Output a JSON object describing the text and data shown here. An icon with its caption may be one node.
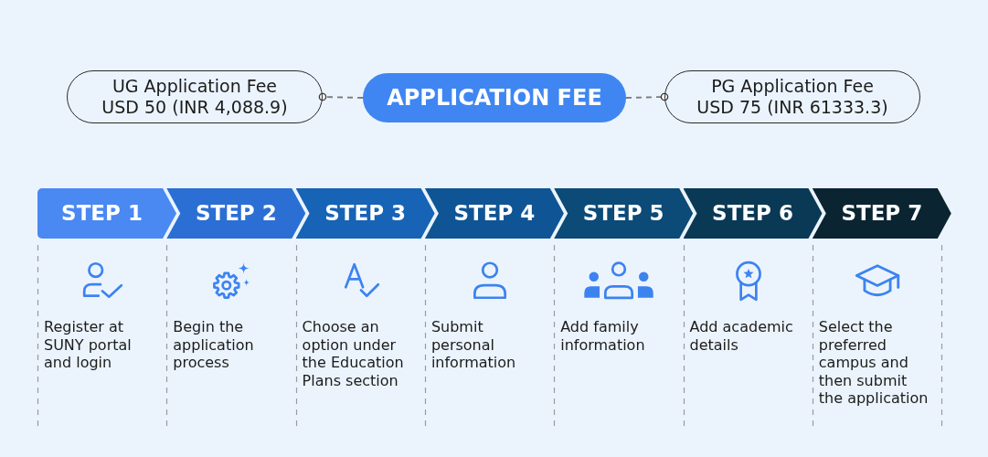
{
  "diagram": {
    "nodes": [
      {
        "text": [
          "UG Application Fee",
          "USD 50 (INR 4,088.9)"
        ]
      },
      {
        "text": [
          "APPLICATION FEE"
        ]
      },
      {
        "text": [
          "PG Application Fee",
          "USD 75 (INR 61333.3)"
        ]
      },
      {
        "text": [
          "STEP 1"
        ]
      },
      {
        "text": [
          "STEP 2"
        ]
      },
      {
        "text": [
          "STEP 3"
        ]
      },
      {
        "text": [
          "STEP 4"
        ]
      },
      {
        "text": [
          "STEP 5"
        ]
      },
      {
        "text": [
          "STEP 6"
        ]
      },
      {
        "text": [
          "STEP 7"
        ]
      }
    ],
    "edges": [
      {
        "from": 1,
        "to": 0,
        "arrow": "other",
        "style": "dashed"
      },
      {
        "from": 1,
        "to": 2,
        "arrow": "other",
        "style": "dashed"
      }
    ],
    "labels": [
      "Register at SUNY portal and login",
      "Begin the application process",
      "Choose an option under the Education Plans section",
      "Submit personal information",
      "Add family information",
      "Add academic details",
      "Select the preferred campus and then submit the application"
    ]
  }
}
